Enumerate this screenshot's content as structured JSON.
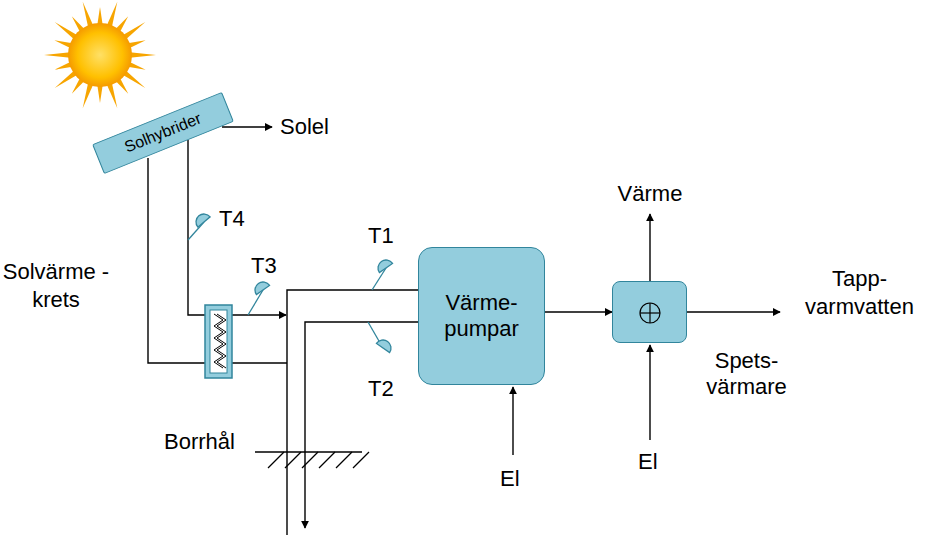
{
  "diagram": {
    "nodes": [
      {
        "text": [
          "Solhybrider"
        ]
      },
      {
        "text": [
          "Värme- pumpar"
        ]
      },
      {
        "text": [
          "Spets- värmare"
        ]
      }
    ],
    "edges": [
      {
        "from": 1,
        "to": 2,
        "arrow": "to"
      }
    ],
    "labels": [
      "Solel",
      "Solvärme -krets",
      "T4",
      "T3",
      "T1",
      "T2",
      "Borrhål",
      "El",
      "El",
      "Värme",
      "Tapp- varmvatten"
    ]
  }
}
